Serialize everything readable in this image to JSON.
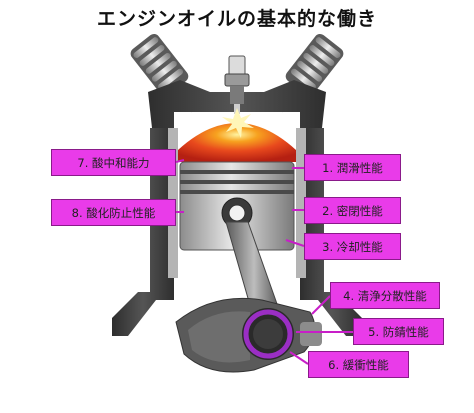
{
  "title": "エンジンオイルの基本的な働き",
  "colors": {
    "label_fill": "#e93be9",
    "label_border": "#8a1a8a",
    "leader_line": "#c81ec8",
    "engine_dark": "#3a3a3a",
    "engine_mid": "#6e6e6e",
    "engine_light": "#b4b4b4",
    "combustion": "#e8491d",
    "bearing_ring": "#9a2ec4"
  },
  "labels": {
    "oxidation_cleaning": "7. 酸中和能力",
    "oxidation_prevention": "8. 酸化防止性能",
    "lubrication": "1. 潤滑性能",
    "sealing": "2. 密閉性能",
    "cooling": "3. 冷却性能",
    "cleaning_dispersion": "4. 清浄分散性能",
    "rust_prevention": "5. 防錆性能",
    "buffering": "6. 緩衝性能"
  }
}
